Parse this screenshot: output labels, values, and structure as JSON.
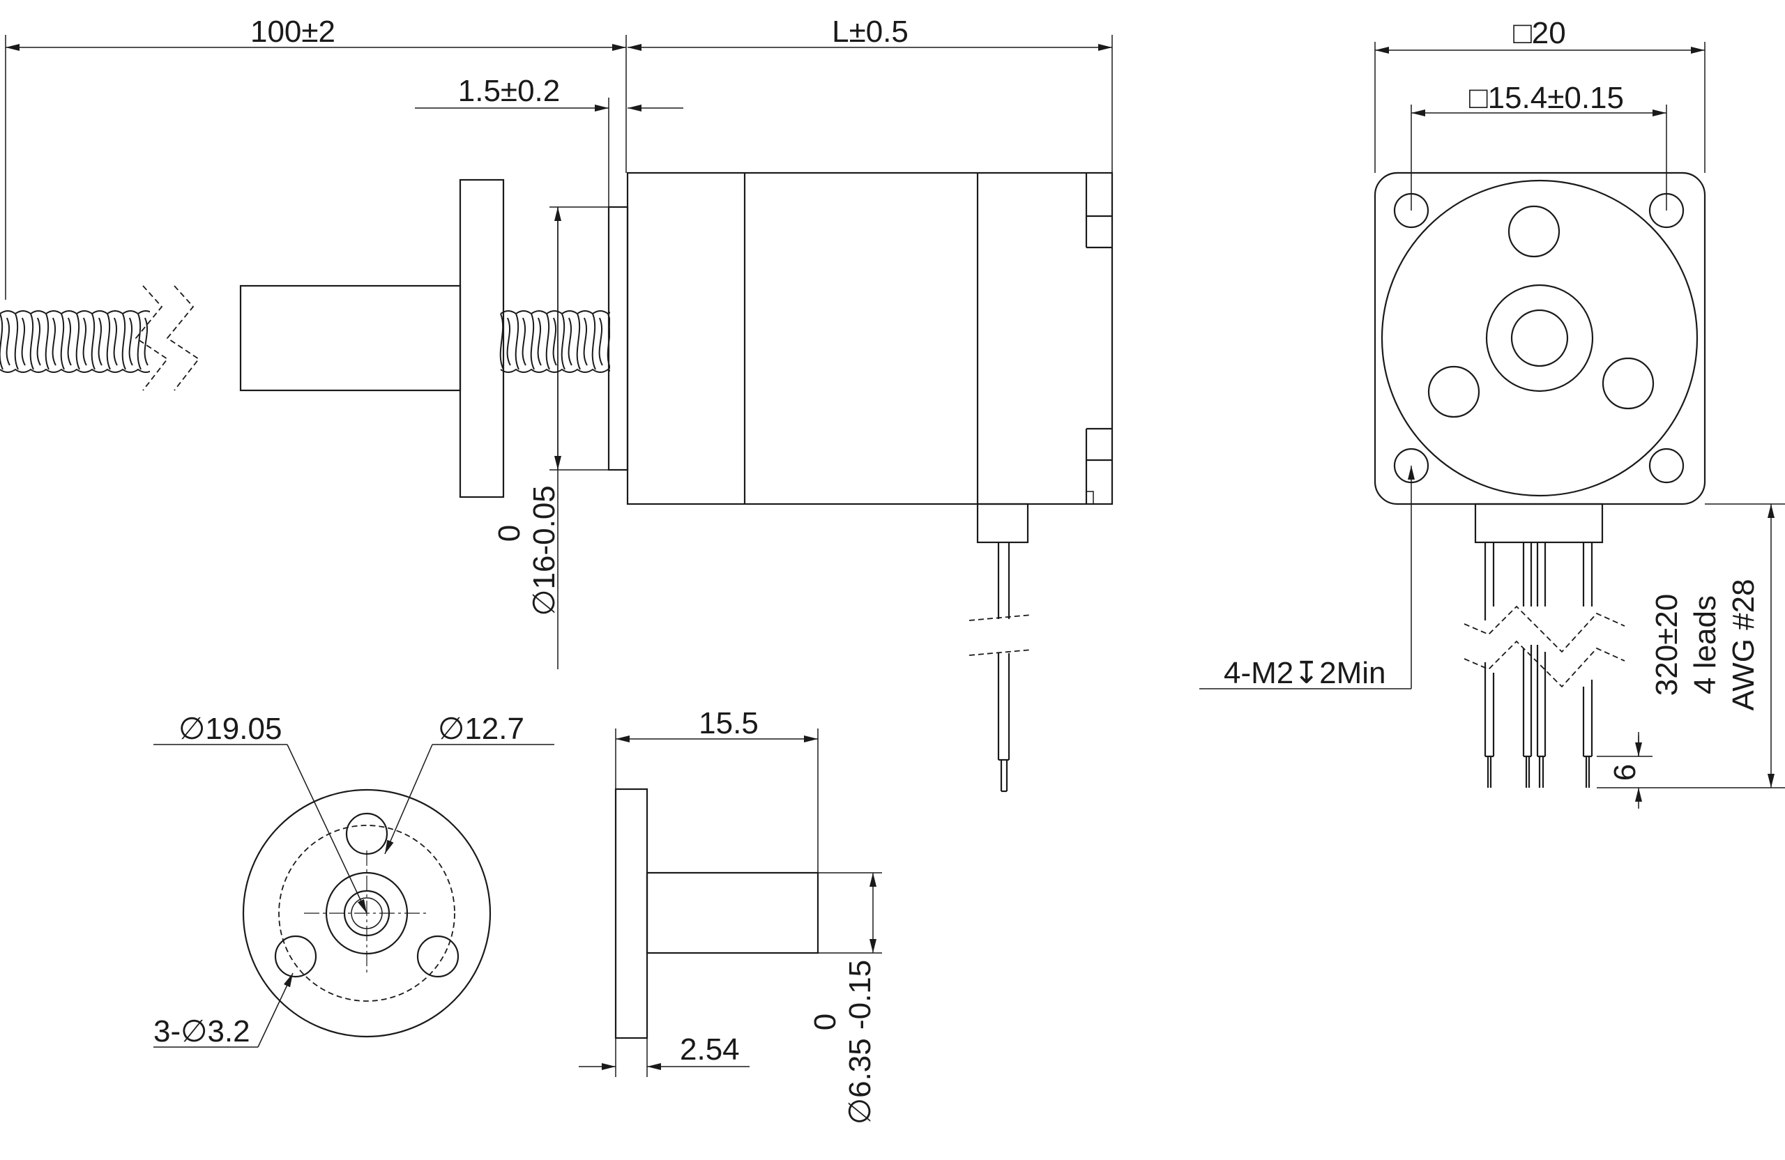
{
  "colors": {
    "line": "#1a1a1a",
    "background": "#ffffff"
  },
  "dimensions": {
    "screw_length": "100±2",
    "motor_length": "L±0.5",
    "pilot_height": "1.5±0.2",
    "pilot_dia_upper": "0",
    "pilot_dia": "∅16-0.05",
    "square_size": "□20",
    "hole_pitch": "□15.4±0.15",
    "mount_holes": "4-M2↧2Min",
    "lead_length": "320±20",
    "lead_count": "4 leads",
    "lead_awg": "AWG #28",
    "lead_strip": "6",
    "nut_flange_dia": "∅19.05",
    "nut_bolt_circle": "∅12.7",
    "nut_holes": "3-∅3.2",
    "nut_length": "15.5",
    "nut_flange_thk": "2.54",
    "nut_body_dia_upper": "0",
    "nut_body_dia": "∅6.35 -0.15"
  }
}
